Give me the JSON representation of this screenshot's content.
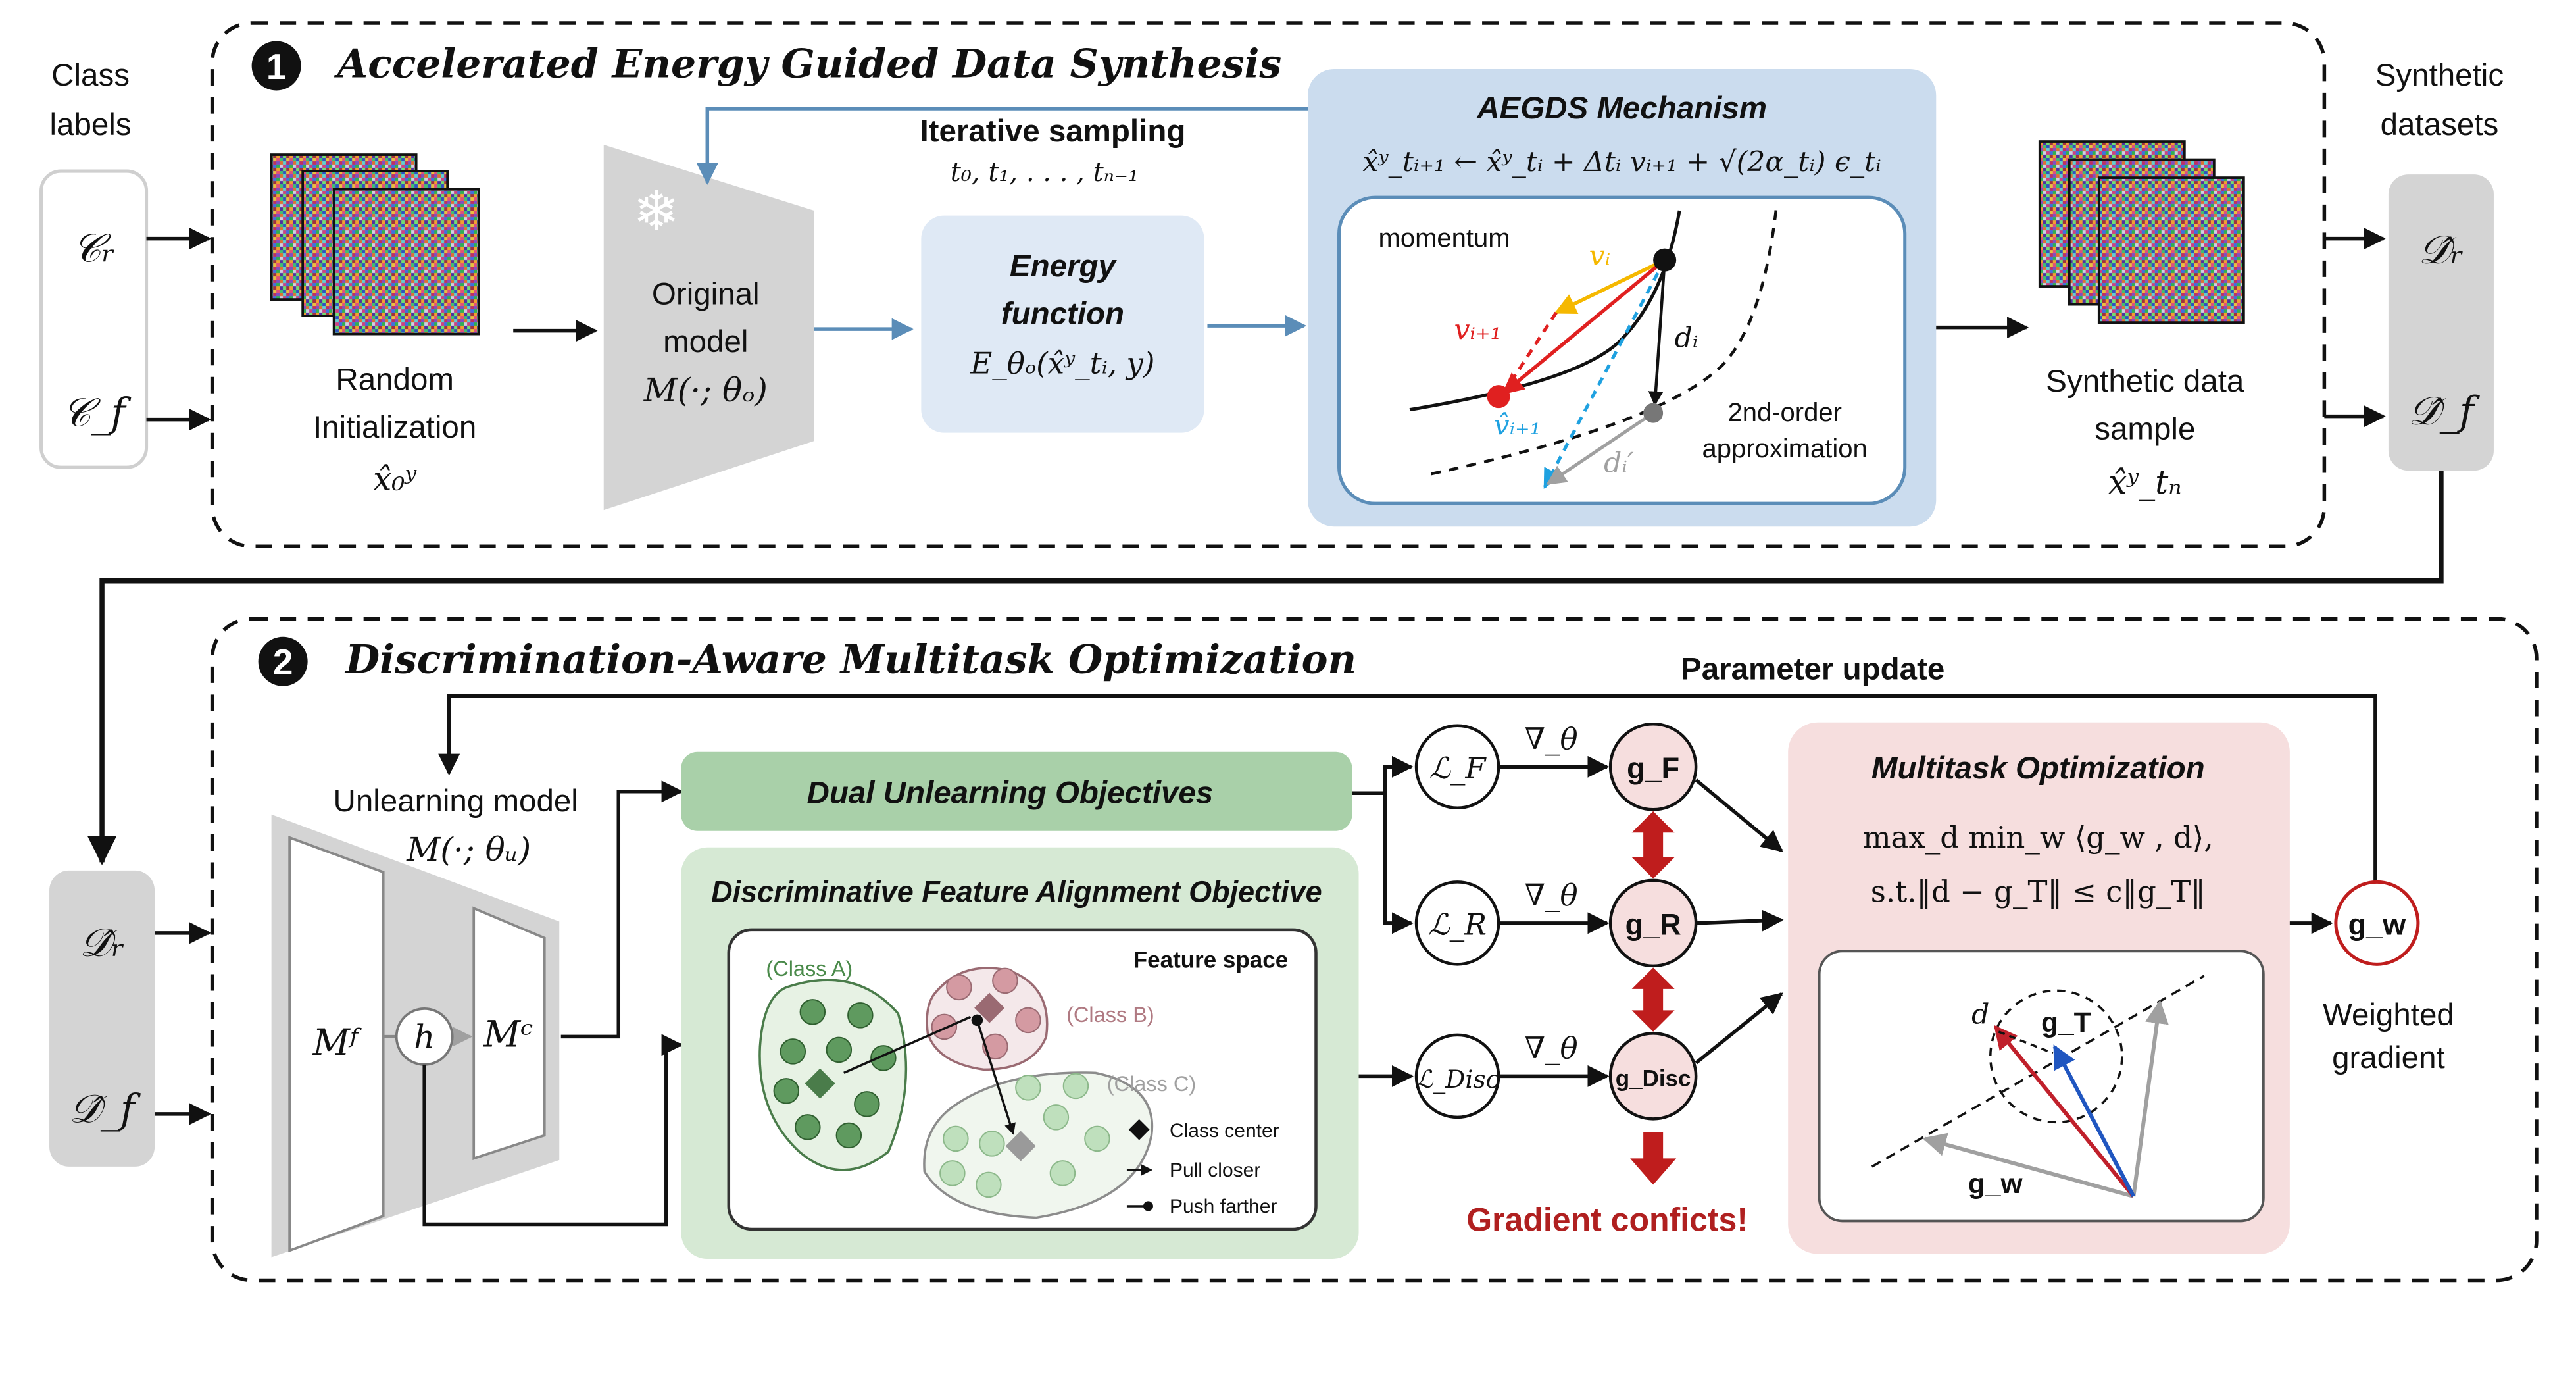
{
  "inputs": {
    "title_line1": "Class",
    "title_line2": "labels",
    "c_r": "𝒞ᵣ",
    "c_f": "𝒞_f"
  },
  "stage1": {
    "number": "1",
    "title": "Accelerated Energy Guided Data Synthesis",
    "random_init_line1": "Random",
    "random_init_line2": "Initialization",
    "random_init_formula": "x̂₀ʸ",
    "original_model_line1": "Original",
    "original_model_line2": "model",
    "original_model_formula": "M(·; θₒ)",
    "iterative_title": "Iterative sampling",
    "iterative_formula": "t₀, t₁, . . . , tₙ₋₁",
    "energy_line1": "Energy",
    "energy_line2": "function",
    "energy_formula": "E_θₒ(x̂ʸ_tᵢ, y)",
    "mechanism_title": "AEGDS Mechanism",
    "mechanism_formula": "x̂ʸ_tᵢ₊₁ ← x̂ʸ_tᵢ + Δtᵢ vᵢ₊₁ + √(2α_tᵢ) ϵ_tᵢ",
    "momentum": "momentum",
    "v_i": "vᵢ",
    "v_i1": "vᵢ₊₁",
    "vhat_i1": "v̂ᵢ₊₁",
    "d_i": "dᵢ",
    "d_i_prime": "dᵢ′",
    "approx_line1": "2nd-order",
    "approx_line2": "approximation",
    "synthetic_line1": "Synthetic data",
    "synthetic_line2": "sample",
    "synthetic_formula": "x̂ʸ_tₙ"
  },
  "datasets": {
    "title_line1": "Synthetic",
    "title_line2": "datasets",
    "d_r": "𝒟̂ᵣ",
    "d_f": "𝒟̂_f"
  },
  "stage2": {
    "number": "2",
    "title": "Discrimination-Aware Multitask Optimization",
    "param_update": "Parameter update",
    "unlearn_line1": "Unlearning model",
    "unlearn_formula": "M(·; θᵤ)",
    "m_f": "Mᶠ",
    "h": "h",
    "m_c": "Mᶜ",
    "dual_title": "Dual Unlearning Objectives",
    "dfa_title": "Discriminative Feature Alignment Objective",
    "feature_space": "Feature space",
    "class_a": "(Class A)",
    "class_b": "(Class B)",
    "class_c": "(Class C)",
    "legend_center": "Class center",
    "legend_pull": "Pull closer",
    "legend_push": "Push farther",
    "loss_f": "ℒ_F",
    "loss_r": "ℒ_R",
    "loss_disc": "ℒ_Disc",
    "grad_op": "∇_θ",
    "g_f": "g_F",
    "g_r": "g_R",
    "g_disc": "g_Disc",
    "conflicts": "Gradient conficts!",
    "mto_title": "Multitask Optimization",
    "mto_formula1": "max_d min_w ⟨g_w , d⟩,",
    "mto_formula2": "s.t.‖d − g_T‖ ≤ c‖g_T‖",
    "mto_d": "d",
    "mto_gt": "g_T",
    "mto_gw": "g_w",
    "g_w": "g_w",
    "weighted_line1": "Weighted",
    "weighted_line2": "gradient"
  },
  "colors": {
    "arrow_blue": "#5b8db8",
    "mechanism_bg": "#cbdcee",
    "energy_bg": "#dfe9f5",
    "dual_green": "#a9d0a9",
    "dfa_bg": "#d6e9d4",
    "mto_bg": "#f6dede",
    "grad_red": "#bf1d1d",
    "gray_panel": "#d4d4d4",
    "v_i": "#f5b800",
    "v_i1": "#e02020",
    "vhat": "#1fa1e0"
  }
}
